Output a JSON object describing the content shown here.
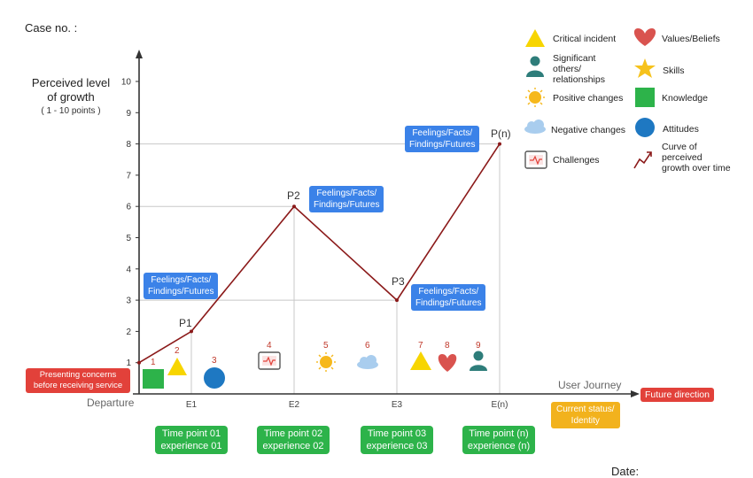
{
  "header": {
    "case_no": "Case no. :",
    "date": "Date:"
  },
  "y_axis": {
    "title_line1": "Perceived level",
    "title_line2": "of growth",
    "range": "( 1 - 10 points )",
    "ticks": [
      "1",
      "2",
      "3",
      "4",
      "5",
      "6",
      "7",
      "8",
      "9",
      "10"
    ]
  },
  "x_axis": {
    "label": "User Journey",
    "origin": "Departure",
    "ticks": [
      "E1",
      "E2",
      "E3",
      "E(n)"
    ]
  },
  "points": [
    {
      "label": "P1",
      "level": 2
    },
    {
      "label": "P2",
      "level": 6
    },
    {
      "label": "P3",
      "level": 3
    },
    {
      "label": "P(n)",
      "level": 8
    }
  ],
  "callouts": {
    "line1": "Feelings/Facts/",
    "line2": "Findings/Futures"
  },
  "presenting": {
    "line1": "Presenting concerns",
    "line2": "before receiving service"
  },
  "future_direction": "Future direction",
  "current_status": {
    "line1": "Current status/",
    "line2": "Identity"
  },
  "time_points": [
    {
      "line1": "Time point 01",
      "line2": "experience 01"
    },
    {
      "line1": "Time point 02",
      "line2": "experience 02"
    },
    {
      "line1": "Time point 03",
      "line2": "experience 03"
    },
    {
      "line1": "Time point (n)",
      "line2": "experience (n)"
    }
  ],
  "markers": [
    "1",
    "2",
    "3",
    "4",
    "5",
    "6",
    "7",
    "8",
    "9"
  ],
  "legend": {
    "critical_incident": "Critical incident",
    "significant_others": [
      "Significant",
      "others/",
      "relationships"
    ],
    "positive_changes": "Positive changes",
    "negative_changes": "Negative changes",
    "challenges": "Challenges",
    "values_beliefs": "Values/Beliefs",
    "skills": "Skills",
    "knowledge": "Knowledge",
    "attitudes": "Attitudes",
    "curve": [
      "Curve of",
      "perceived",
      "growth over time"
    ]
  },
  "colors": {
    "curve": "#8b1a1a",
    "blue_box": "#3b82e8",
    "red_box": "#e2413a",
    "orange_box": "#f2b21d",
    "green_box": "#2db34a",
    "triangle": "#f7d500",
    "heart": "#d9534f",
    "star": "#f6c21c",
    "square": "#2db34a",
    "circle": "#1e78c2",
    "person": "#2e7d7a",
    "sun": "#f6b81c",
    "cloud": "#a9cdee"
  }
}
